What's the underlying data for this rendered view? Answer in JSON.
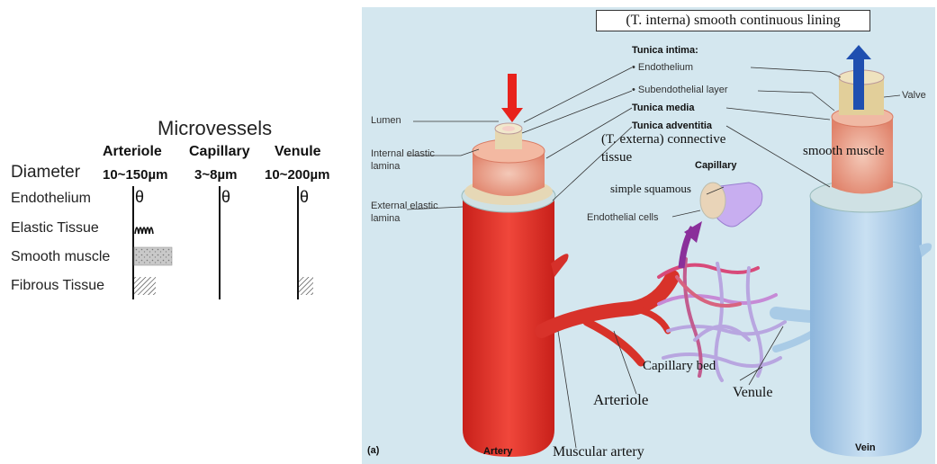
{
  "table": {
    "title": "Microvessels",
    "columns": [
      "Arteriole",
      "Capillary",
      "Venule"
    ],
    "diameter_label": "Diameter",
    "diameters": [
      "10~150µm",
      "3~8µm",
      "10~200µm"
    ],
    "rows": [
      "Endothelium",
      "Elastic Tissue",
      "Smooth muscle",
      "Fibrous Tissue"
    ],
    "endothelium_symbol": "θ"
  },
  "figure": {
    "callout": "(T. interna) smooth continuous lining",
    "tunica_intima": "Tunica intima:",
    "endothelium": "• Endothelium",
    "subendothelial": "• Subendothelial layer",
    "tunica_media": "Tunica media",
    "tunica_adventitia": "Tunica adventitia",
    "lumen": "Lumen",
    "internal_elastic": [
      "Internal elastic",
      "lamina"
    ],
    "external_elastic": [
      "External elastic",
      "lamina"
    ],
    "t_externa": [
      "(T. externa) connective",
      "tissue"
    ],
    "capillary": "Capillary",
    "simple_squamous": "simple squamous",
    "endothelial_cells": "Endothelial cells",
    "valve": "Valve",
    "smooth_muscle": "smooth muscle",
    "capillary_bed": "Capillary bed",
    "arteriole": "Arteriole",
    "venule": "Venule",
    "artery": "Artery",
    "vein": "Vein",
    "muscular_artery": "Muscular artery",
    "panel": "(a)",
    "colors": {
      "artery": "#e4372c",
      "vein": "#a9cbe6",
      "capillary": "#b8a6e0",
      "background": "#d4e7ef",
      "arrow_red": "#e8221c",
      "arrow_blue": "#1f4fb0",
      "arrow_purple": "#8a2f9a"
    }
  }
}
